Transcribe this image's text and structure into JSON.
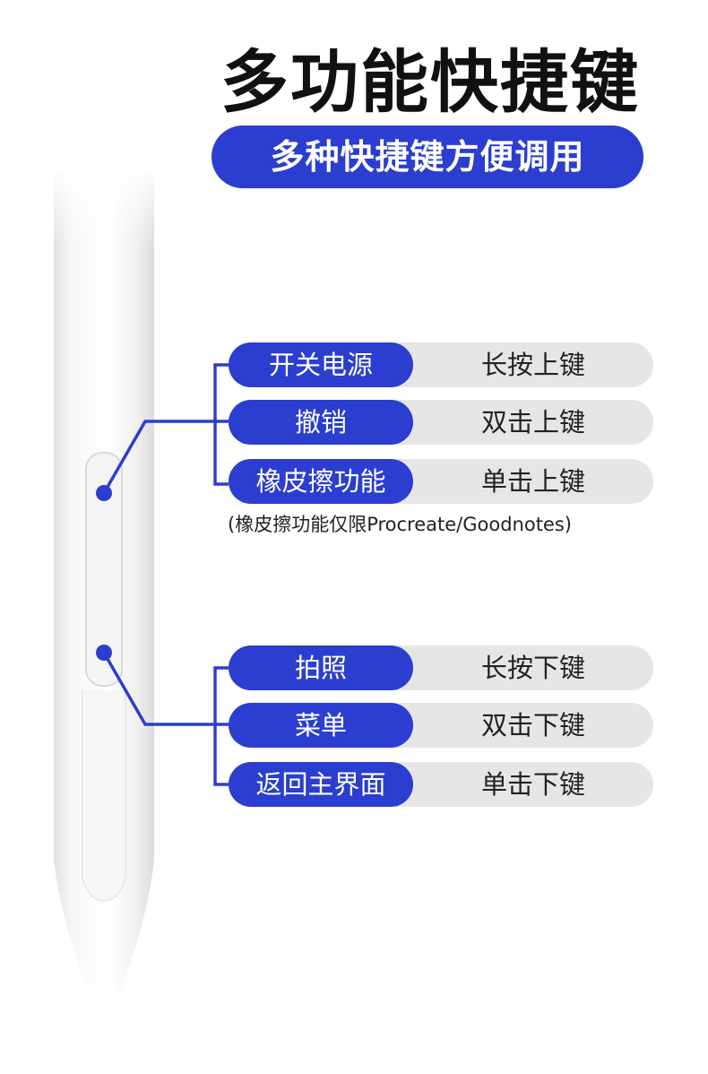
{
  "title": "多功能快捷键",
  "subtitle": "多种快捷键方便调用",
  "upper_button": {
    "rows": [
      {
        "label": "开关电源",
        "action": "长按上键"
      },
      {
        "label": "撤销",
        "action": "双击上键"
      },
      {
        "label": "橡皮擦功能",
        "action": "单击上键"
      }
    ],
    "note": "(橡皮擦功能仅限Procreate/Goodnotes)"
  },
  "lower_button": {
    "rows": [
      {
        "label": "拍照",
        "action": "长按下键"
      },
      {
        "label": "菜单",
        "action": "双击下键"
      },
      {
        "label": "返回主界面",
        "action": "单击下键"
      }
    ]
  },
  "colors": {
    "accent": "#2b3ecf",
    "row_background": "#e6e6e6",
    "title_text": "#111111"
  }
}
